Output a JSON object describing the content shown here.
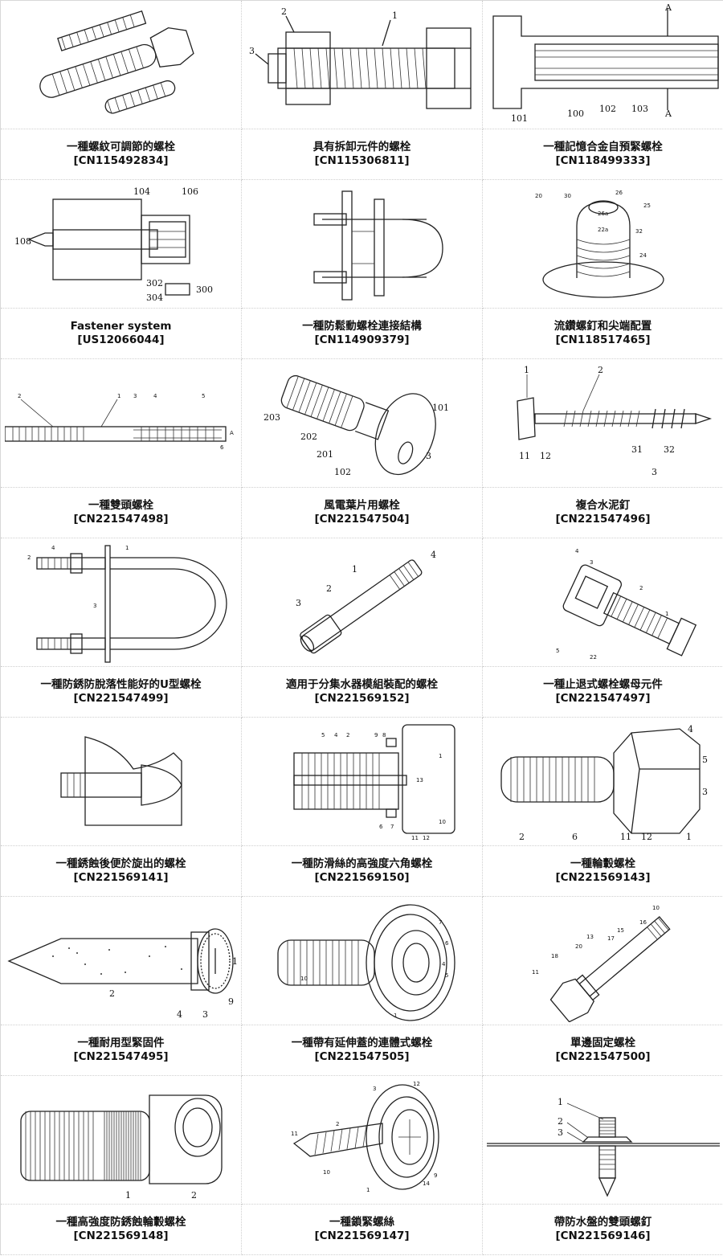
{
  "items": [
    {
      "title": "一種螺紋可調節的螺栓",
      "code": "[CN115492834]",
      "labels": []
    },
    {
      "title": "具有拆卸元件的螺栓",
      "code": "[CN115306811]",
      "labels": [
        "1",
        "2",
        "3"
      ]
    },
    {
      "title": "一種記憶合金自預緊螺栓",
      "code": "[CN118499333]",
      "labels": [
        "A",
        "101",
        "100",
        "102",
        "103",
        "A"
      ]
    },
    {
      "title": "Fastener system",
      "code": "[US12066044]",
      "labels": [
        "104",
        "106",
        "108",
        "302",
        "304",
        "300"
      ]
    },
    {
      "title": "一種防鬆動螺栓連接結構",
      "code": "[CN114909379]",
      "labels": []
    },
    {
      "title": "流鑽螺釘和尖端配置",
      "code": "[CN118517465]",
      "labels": [
        "20",
        "30",
        "26",
        "26a",
        "22a",
        "32",
        "24",
        "25"
      ]
    },
    {
      "title": "一種雙頭螺栓",
      "code": "[CN221547498]",
      "labels": [
        "2",
        "1",
        "3",
        "4",
        "5",
        "6",
        "A"
      ]
    },
    {
      "title": "風電葉片用螺栓",
      "code": "[CN221547504]",
      "labels": [
        "101",
        "203",
        "202",
        "201",
        "102",
        "3"
      ]
    },
    {
      "title": "複合水泥釘",
      "code": "[CN221547496]",
      "labels": [
        "1",
        "2",
        "11",
        "12",
        "31",
        "32",
        "3"
      ]
    },
    {
      "title": "一種防銹防脫落性能好的U型螺栓",
      "code": "[CN221547499]",
      "labels": [
        "4",
        "2",
        "1",
        "3"
      ]
    },
    {
      "title": "適用于分集水器模組裝配的螺栓",
      "code": "[CN221569152]",
      "labels": [
        "1",
        "2",
        "3",
        "4"
      ]
    },
    {
      "title": "一種止退式螺栓螺母元件",
      "code": "[CN221547497]",
      "labels": [
        "4",
        "3",
        "2",
        "1",
        "5",
        "22"
      ]
    },
    {
      "title": "一種銹蝕後便於旋出的螺栓",
      "code": "[CN221569141]",
      "labels": []
    },
    {
      "title": "一種防滑絲的高強度六角螺栓",
      "code": "[CN221569150]",
      "labels": [
        "1",
        "2",
        "4",
        "5",
        "9",
        "8",
        "13",
        "10",
        "11",
        "12",
        "7",
        "6"
      ]
    },
    {
      "title": "一種輪轂螺栓",
      "code": "[CN221569143]",
      "labels": [
        "4",
        "5",
        "3",
        "2",
        "6",
        "11",
        "12",
        "1"
      ]
    },
    {
      "title": "一種耐用型緊固件",
      "code": "[CN221547495]",
      "labels": [
        "1",
        "2",
        "4",
        "3",
        "9"
      ]
    },
    {
      "title": "一種帶有延伸蓋的連體式螺栓",
      "code": "[CN221547505]",
      "labels": [
        "10",
        "7",
        "6",
        "5",
        "4",
        "1"
      ]
    },
    {
      "title": "單邊固定螺栓",
      "code": "[CN221547500]",
      "labels": [
        "10",
        "16",
        "15",
        "13",
        "17",
        "20",
        "18",
        "11"
      ]
    },
    {
      "title": "一種高強度防銹蝕輪轂螺栓",
      "code": "[CN221569148]",
      "labels": [
        "1",
        "2"
      ]
    },
    {
      "title": "一種鎖緊螺絲",
      "code": "[CN221569147]",
      "labels": [
        "3",
        "12",
        "11",
        "2",
        "10",
        "1",
        "9",
        "14"
      ]
    },
    {
      "title": "帶防水盤的雙頭螺釘",
      "code": "[CN221569146]",
      "labels": [
        "1",
        "2",
        "3"
      ]
    }
  ]
}
